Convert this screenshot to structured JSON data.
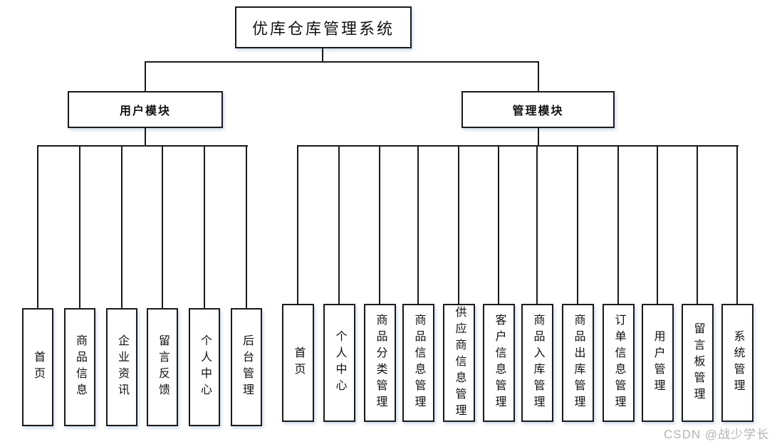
{
  "title": "优库仓库管理系统",
  "modules": {
    "user": {
      "label": "用户模块",
      "children": [
        "首页",
        "商品信息",
        "企业资讯",
        "留言反馈",
        "个人中心",
        "后台管理"
      ]
    },
    "admin": {
      "label": "管理模块",
      "children": [
        "首页",
        "个人中心",
        "商品分类管理",
        "商品信息管理",
        "供应商信息管理",
        "客户信息管理",
        "商品入库管理",
        "商品出库管理",
        "订单信息管理",
        "用户管理",
        "留言板管理",
        "系统管理"
      ]
    }
  },
  "watermark": "CSDN @战少学长",
  "colors": {
    "line": "#1a1a1a",
    "box_border": "#1a1a1a",
    "box_bg": "#ffffff",
    "text": "#111111",
    "watermark": "#b3b3b3"
  }
}
